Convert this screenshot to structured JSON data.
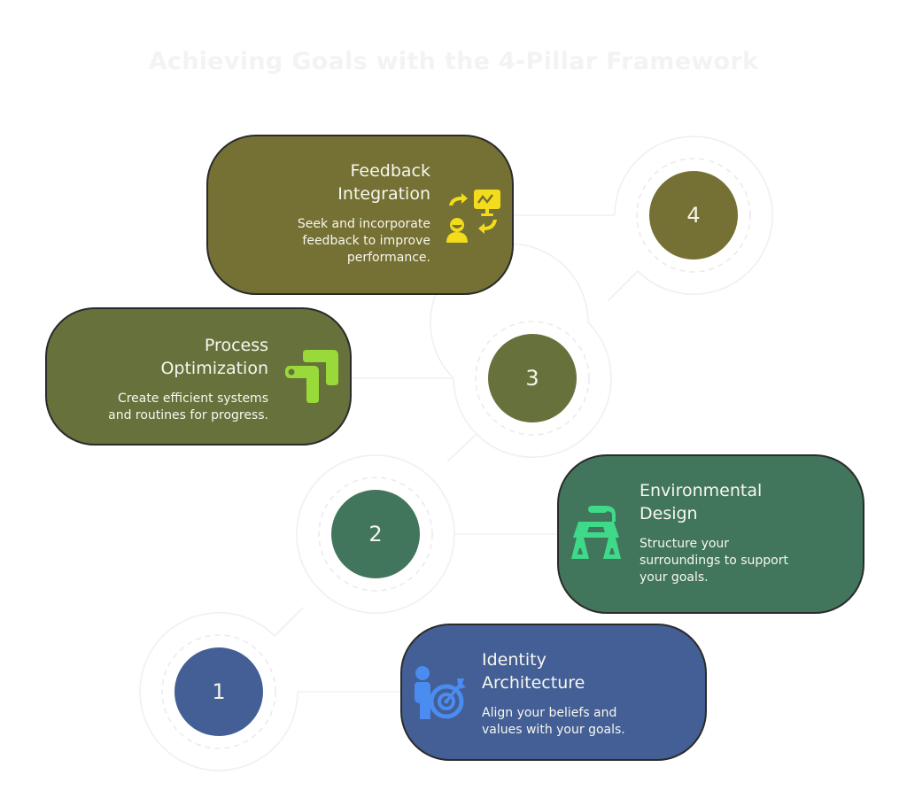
{
  "title": "Achieving Goals with the 4-Pillar Framework",
  "pillars": [
    {
      "number": "1",
      "title_line1": "Identity",
      "title_line2": "Architecture",
      "description_line1": "Align your beliefs and",
      "description_line2": "values with your goals.",
      "description_line3": "",
      "icon": "person-target-icon",
      "color": "#435f95",
      "icon_color": "#4a8cf0"
    },
    {
      "number": "2",
      "title_line1": "Environmental",
      "title_line2": "Design",
      "description_line1": "Structure your",
      "description_line2": "surroundings to support",
      "description_line3": "your goals.",
      "icon": "workbench-icon",
      "color": "#41765c",
      "icon_color": "#3fd98a"
    },
    {
      "number": "3",
      "title_line1": "Process",
      "title_line2": "Optimization",
      "description_line1": "Create efficient systems",
      "description_line2": "and routines for progress.",
      "description_line3": "",
      "icon": "process-arrows-icon",
      "color": "#67713c",
      "icon_color": "#9ad93a"
    },
    {
      "number": "4",
      "title_line1": "Feedback",
      "title_line2": "Integration",
      "description_line1": "Seek and incorporate",
      "description_line2": "feedback to improve",
      "description_line3": "performance.",
      "icon": "feedback-loop-icon",
      "color": "#757033",
      "icon_color": "#f2dc1c"
    }
  ]
}
